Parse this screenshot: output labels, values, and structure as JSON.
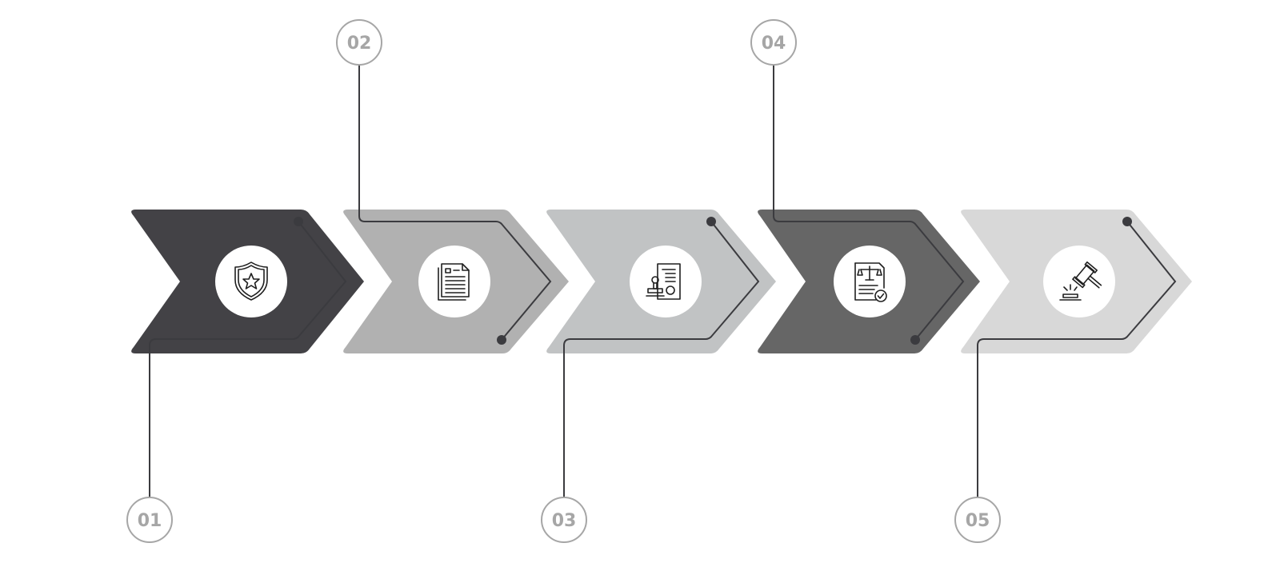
{
  "colors": {
    "line": "#3b3b3f",
    "dot": "#3b3b3f",
    "number_circle_stroke": "#a6a6a6",
    "number_text": "#a6a6a6",
    "icon_bg": "#ffffff",
    "icon_stroke": "#1f1f1f"
  },
  "steps": [
    {
      "number": "01",
      "icon": "police-badge-icon",
      "color": "#434246"
    },
    {
      "number": "02",
      "icon": "documents-icon",
      "color": "#b1b1b1"
    },
    {
      "number": "03",
      "icon": "stamp-certificate-icon",
      "color": "#c1c3c4"
    },
    {
      "number": "04",
      "icon": "legal-document-icon",
      "color": "#666666"
    },
    {
      "number": "05",
      "icon": "gavel-icon",
      "color": "#d8d8d8"
    }
  ]
}
